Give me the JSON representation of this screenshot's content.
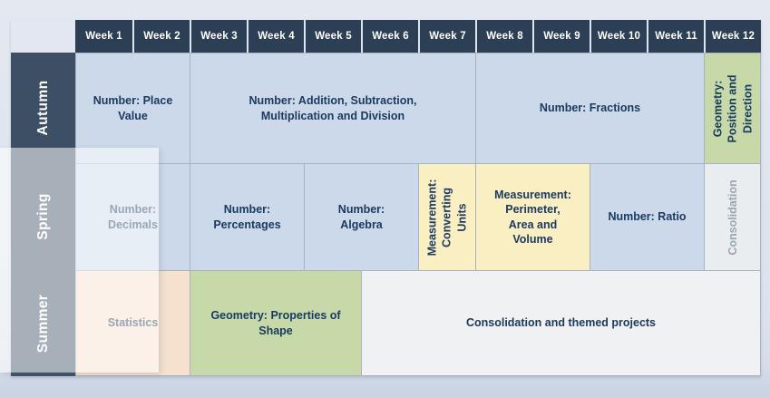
{
  "header": {
    "weeks": [
      "Week 1",
      "Week 2",
      "Week 3",
      "Week 4",
      "Week 5",
      "Week 6",
      "Week 7",
      "Week 8",
      "Week 9",
      "Week 10",
      "Week 11",
      "Week 12"
    ]
  },
  "terms": [
    {
      "label": "Autumn",
      "cells": [
        {
          "label": "Number: Place\nValue",
          "week_start": 1,
          "week_span": 2,
          "color": "blue",
          "vertical": false
        },
        {
          "label": "Number: Addition, Subtraction,\nMultiplication and Division",
          "week_start": 3,
          "week_span": 5,
          "color": "blue",
          "vertical": false
        },
        {
          "label": "Number: Fractions",
          "week_start": 8,
          "week_span": 4,
          "color": "blue",
          "vertical": false
        },
        {
          "label": "Geometry:\nPosition and\nDirection",
          "week_start": 12,
          "week_span": 1,
          "color": "green",
          "vertical": true
        }
      ]
    },
    {
      "label": "Spring",
      "cells": [
        {
          "label": "Number:\nDecimals",
          "week_start": 1,
          "week_span": 2,
          "color": "blue",
          "vertical": false
        },
        {
          "label": "Number:\nPercentages",
          "week_start": 3,
          "week_span": 2,
          "color": "blue",
          "vertical": false
        },
        {
          "label": "Number:\nAlgebra",
          "week_start": 5,
          "week_span": 2,
          "color": "blue",
          "vertical": false
        },
        {
          "label": "Measurement:\nConverting\nUnits",
          "week_start": 7,
          "week_span": 1,
          "color": "yellow",
          "vertical": true
        },
        {
          "label": "Measurement:\nPerimeter,\nArea and\nVolume",
          "week_start": 8,
          "week_span": 2,
          "color": "yellow",
          "vertical": false
        },
        {
          "label": "Number: Ratio",
          "week_start": 10,
          "week_span": 2,
          "color": "blue",
          "vertical": false
        },
        {
          "label": "Consolidation",
          "week_start": 12,
          "week_span": 1,
          "color": "lightgray",
          "vertical": true
        }
      ]
    },
    {
      "label": "Summer",
      "cells": [
        {
          "label": "Statistics",
          "week_start": 1,
          "week_span": 2,
          "color": "peach",
          "vertical": false
        },
        {
          "label": "Geometry: Properties of\nShape",
          "week_start": 3,
          "week_span": 3,
          "color": "green",
          "vertical": false
        },
        {
          "label": "Consolidation and themed projects",
          "week_start": 6,
          "week_span": 7,
          "color": "gray",
          "vertical": false
        }
      ]
    }
  ],
  "colors": {
    "page_bg": "#dfe5ef",
    "header_bg": "#2d3f55",
    "term_bg": "#3c4f65",
    "cell_blue": "#ccd9ea",
    "cell_green": "#c7d9a8",
    "cell_yellow": "#faeec3",
    "cell_peach": "#f5e1cd",
    "cell_gray": "#f0f1f2",
    "cell_lightgray": "#eaedf0",
    "grid_line": "#a9b2c1",
    "text_dark": "#1b3a60",
    "text_muted": "#9aa6b4",
    "overlay_white": "#ffffff"
  }
}
